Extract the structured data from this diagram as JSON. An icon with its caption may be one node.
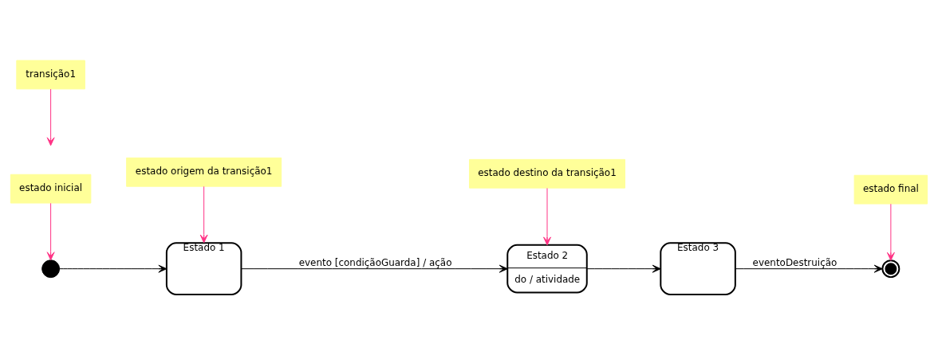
{
  "diagram": {
    "nodes": [
      {
        "text": [
          "estado inicial"
        ]
      },
      {
        "text": [],
        "shape": "circle"
      },
      {
        "text": [
          "Estado 1"
        ]
      },
      {
        "text": [
          "transição1"
        ]
      },
      {
        "text": [
          "Estado 2",
          "do / atividade"
        ]
      },
      {
        "text": [
          "Estado 3"
        ]
      },
      {
        "text": [
          "estado final"
        ]
      },
      {
        "text": [],
        "shape": "circle"
      },
      {
        "text": [
          "estado origem da transição1"
        ]
      },
      {
        "text": [
          "estado destino da transição1"
        ]
      }
    ],
    "edges": [
      {
        "from": 0,
        "to": 1,
        "arrow": "to",
        "color": "#ff3385"
      },
      {
        "from": 1,
        "to": 2,
        "arrow": "to",
        "color": "#000000"
      },
      {
        "from": 2,
        "to": 4,
        "arrow": "to",
        "label": "evento [condiçãoGuarda] / ação",
        "color": "#000000"
      },
      {
        "from": 3,
        "to": null,
        "arrow": "to",
        "color": "#ff3385"
      },
      {
        "from": 4,
        "to": 5,
        "arrow": "to",
        "color": "#000000"
      },
      {
        "from": 5,
        "to": 7,
        "arrow": "to",
        "label": "eventoDestruição",
        "color": "#000000"
      },
      {
        "from": 6,
        "to": 7,
        "arrow": "to",
        "color": "#ff3385"
      },
      {
        "from": 8,
        "to": 2,
        "arrow": "to",
        "color": "#ff3385"
      },
      {
        "from": 9,
        "to": 4,
        "arrow": "to",
        "color": "#ff3385"
      }
    ]
  }
}
